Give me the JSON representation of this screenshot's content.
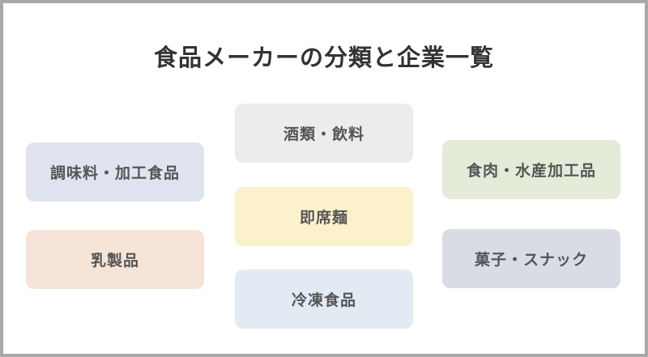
{
  "title": "食品メーカーの分類と企業一覧",
  "categories": {
    "seasoning": {
      "label": "調味料・加工食品",
      "color": "#dfe4f0"
    },
    "dairy": {
      "label": "乳製品",
      "color": "#f6e4d8"
    },
    "beverage": {
      "label": "酒類・飲料",
      "color": "#ececec"
    },
    "noodle": {
      "label": "即席麺",
      "color": "#fcf1cd"
    },
    "frozen": {
      "label": "冷凍食品",
      "color": "#e2eaf4"
    },
    "meat": {
      "label": "食肉・水産加工品",
      "color": "#e4ecd9"
    },
    "snack": {
      "label": "菓子・スナック",
      "color": "#d9dce4"
    }
  }
}
